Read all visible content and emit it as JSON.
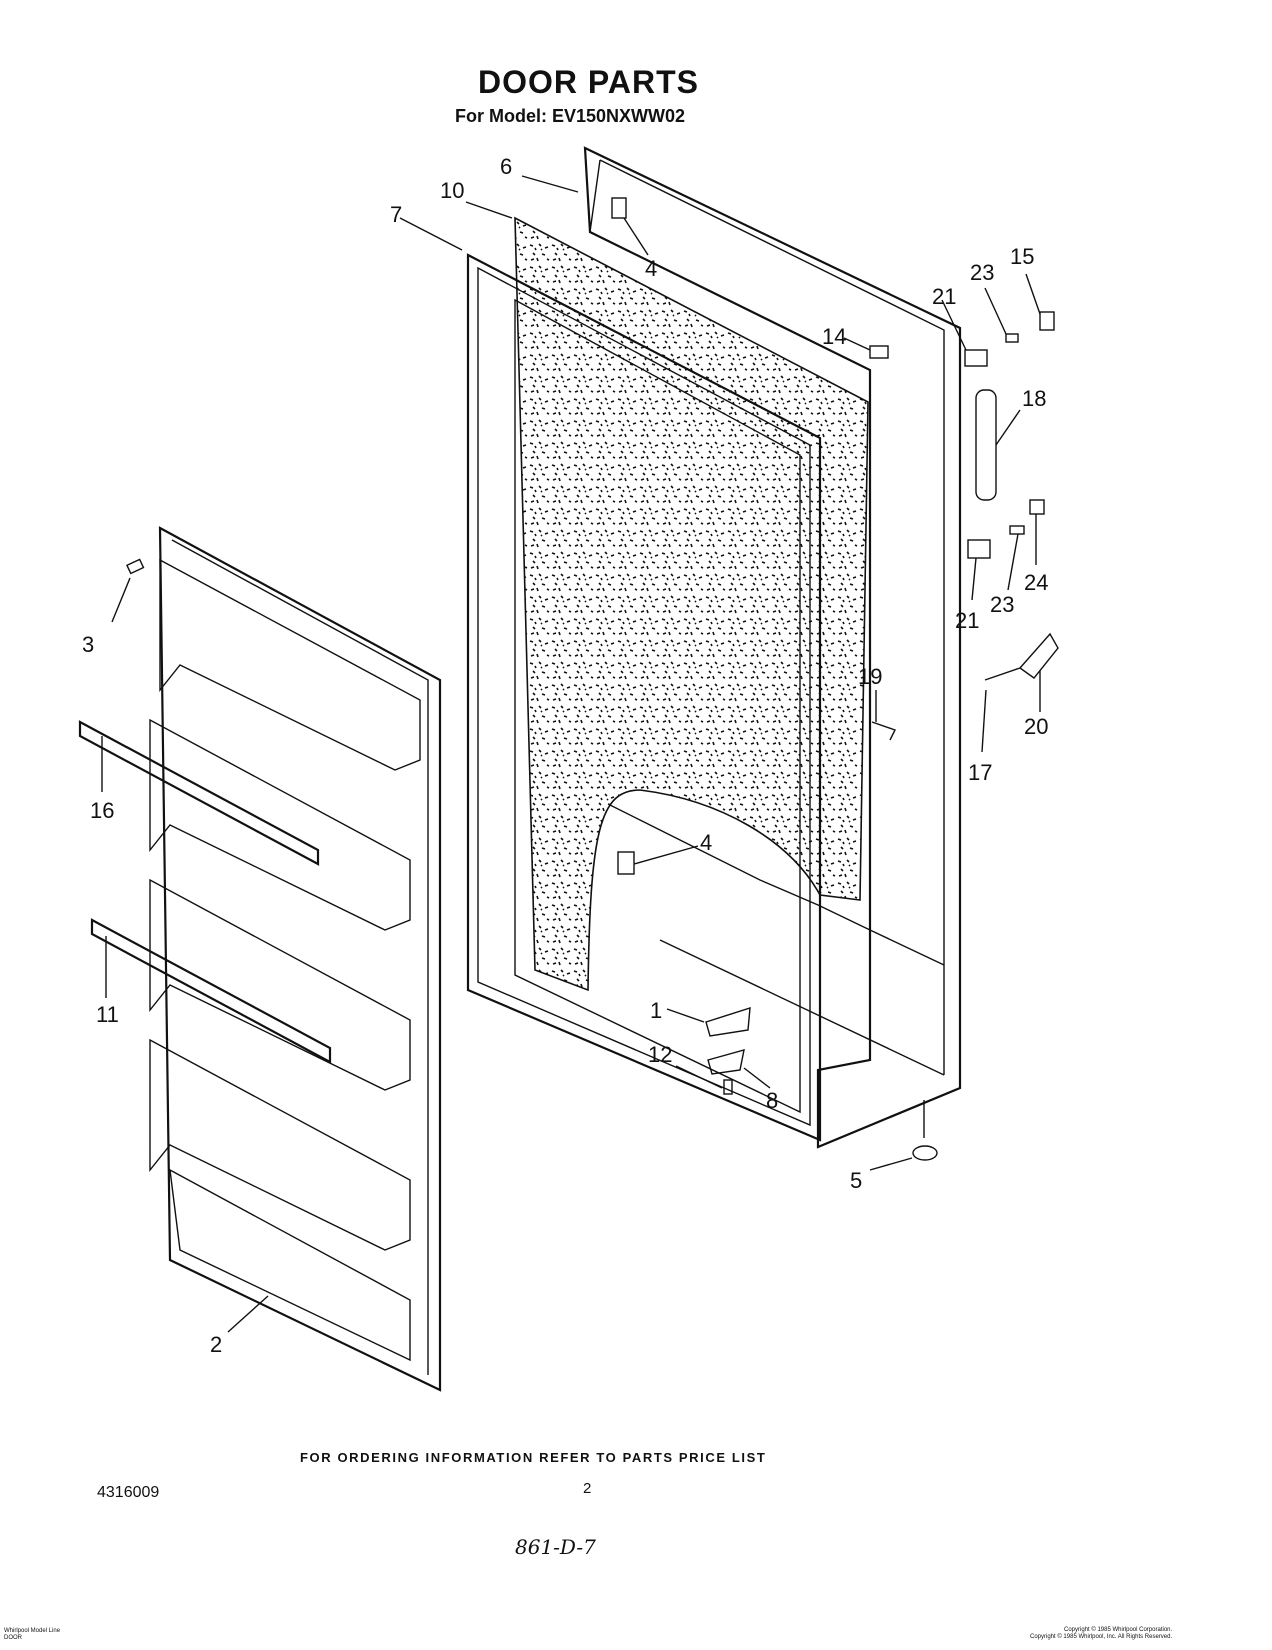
{
  "title": "DOOR PARTS",
  "subtitle": "For Model: EV150NXWW02",
  "callouts": [
    "6",
    "10",
    "7",
    "4",
    "23",
    "15",
    "21",
    "14",
    "18",
    "24",
    "23",
    "21",
    "3",
    "19",
    "20",
    "17",
    "16",
    "4",
    "11",
    "1",
    "12",
    "8",
    "5",
    "2"
  ],
  "ordering_note": "FOR ORDERING INFORMATION REFER TO PARTS PRICE LIST",
  "document_number": "4316009",
  "page_number": "2",
  "handwritten_code": "861-D-7",
  "footer_left": [
    "Whirlpool Model Line",
    "DOOR"
  ],
  "footer_right": [
    "Copyright © 1985 Whirlpool Corporation.",
    "Copyright © 1985 Whirlpool, Inc. All Rights Reserved."
  ]
}
